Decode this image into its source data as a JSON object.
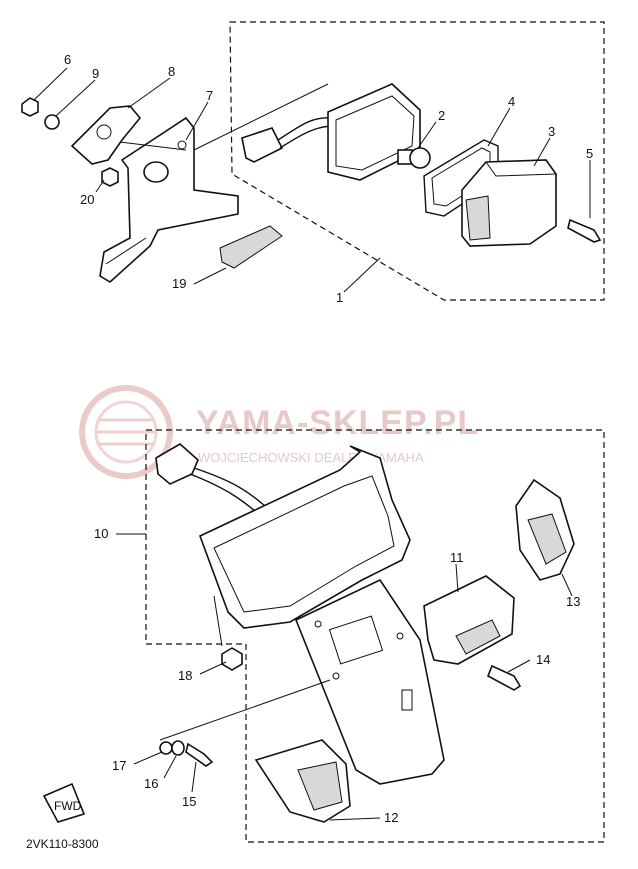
{
  "watermark": {
    "brand": "YAMA-SKLEP.PL",
    "tagline": "WOJCIECHOWSKI DEALER YAMAHA"
  },
  "diagram_code": "2VK110-8300",
  "front_badge": "FWD",
  "callouts": {
    "c1": "1",
    "c2": "2",
    "c3": "3",
    "c4": "4",
    "c5": "5",
    "c6": "6",
    "c7": "7",
    "c8": "8",
    "c9": "9",
    "c10": "10",
    "c11": "11",
    "c12": "12",
    "c13": "13",
    "c14": "14",
    "c15": "15",
    "c16": "16",
    "c17": "17",
    "c18": "18",
    "c19": "19",
    "c20": "20"
  }
}
